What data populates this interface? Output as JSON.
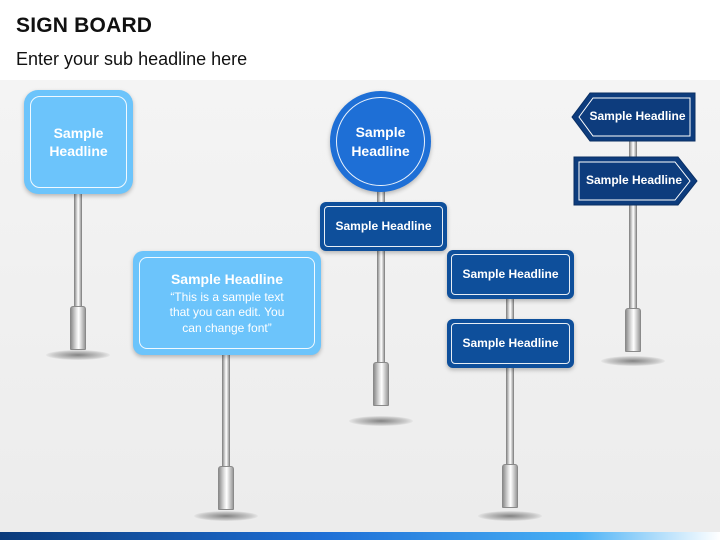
{
  "header": {
    "title": "SIGN BOARD",
    "subtitle": "Enter your sub headline here"
  },
  "signs": {
    "square": "Sample\nHeadline",
    "text_board": {
      "headline": "Sample Headline",
      "body": "“This is a sample text that you can edit. You can change font”"
    },
    "circle": "Sample\nHeadline",
    "circle_plate": "Sample Headline",
    "double_top": "Sample Headline",
    "double_bottom": "Sample Headline",
    "arrow_left": "Sample Headline",
    "arrow_right": "Sample Headline"
  },
  "colors": {
    "light_blue": "#6cc4fb",
    "medium_blue": "#1e6fd6",
    "dark_blue": "#0e4f9b",
    "navy": "#0d3c7d"
  }
}
